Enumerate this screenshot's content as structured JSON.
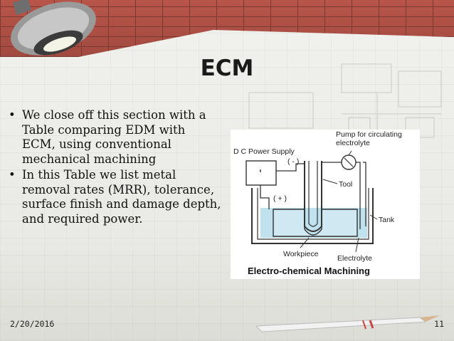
{
  "slide": {
    "title": "ECM",
    "bullets": [
      "We close off this section with a Table comparing EDM with ECM, using conventional mechanical machining",
      "In this Table we list metal removal rates (MRR), tolerance, surface finish and damage depth, and required power."
    ],
    "bullet_symbol": "•",
    "footer": {
      "date": "2/20/2016",
      "page": "11"
    }
  },
  "diagram": {
    "labels": {
      "power_supply": "D C Power Supply",
      "minus": "( - )",
      "plus": "( + )",
      "pump_line1": "Pump for circulating",
      "pump_line2": "electrolyte",
      "tool": "Tool",
      "tank": "Tank",
      "workpiece": "Workpiece",
      "electrolyte": "Electrolyte",
      "caption": "Electro-chemical Machining"
    },
    "colors": {
      "electrolyte": "#bfe2ee",
      "line": "#333333"
    }
  }
}
